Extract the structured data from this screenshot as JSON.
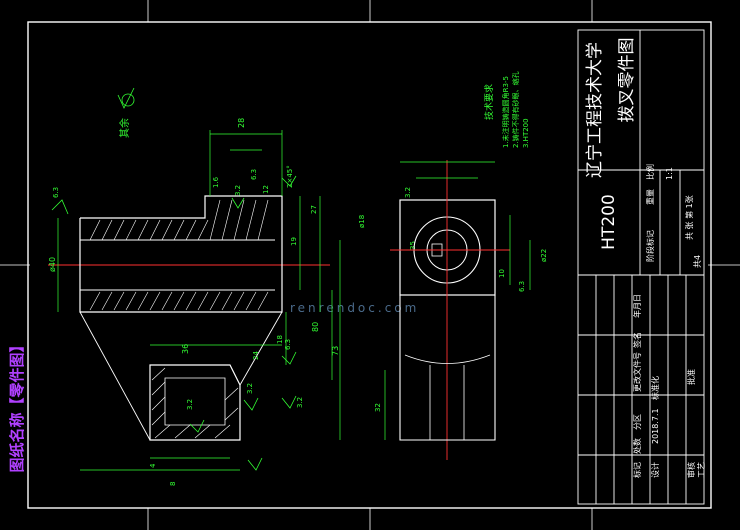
{
  "title_block": {
    "university": "辽宁工程技术大学",
    "drawing_name": "拨叉零件图",
    "material": "HT200",
    "scale_value": "1:1",
    "sheet_info": "共 张   第 1张",
    "sheet_info_alt": "共4",
    "approval_row": "批准",
    "craft_row": "工艺",
    "review_row": "审核",
    "design_row": "设计",
    "standardize_row": "标准化",
    "header_marks": "标记",
    "header_count": "处数",
    "header_zone": "分区",
    "header_doc": "更改文件号",
    "header_sign": "签名",
    "header_date": "年月日",
    "date_value": "2018.7.1",
    "stage_label": "阶段标记",
    "weight_label": "重量",
    "scale_label": "比例"
  },
  "tech_requirements": {
    "heading": "技术要求",
    "items": [
      "1.未注明铸造圆角R3-5",
      "2.铸件不得有砂眼、缩孔",
      "3.HT200"
    ]
  },
  "watermark": {
    "side_caption": "图纸名称【零件图】",
    "url_text": "renrendoc.com"
  },
  "annotations": {
    "rest_label": "其余",
    "roughness_marks": [
      "6.3",
      "3.2",
      "3.2",
      "6.3",
      "3.2",
      "6.3",
      "6.3",
      "3.2",
      "3.2"
    ],
    "dimensions": {
      "d28": "28",
      "d1_6": "1.6",
      "d12": "12",
      "d2x45": "2×45°",
      "d27": "27",
      "d19": "19",
      "d40": "ø40",
      "d80": "80",
      "d73": "73",
      "d36": "36",
      "d24": "24",
      "d18": "18",
      "d32": "32",
      "d35": "35",
      "d18h": "ø18",
      "d22": "ø22",
      "d10": "10",
      "d8": "8",
      "d4": "4"
    }
  }
}
